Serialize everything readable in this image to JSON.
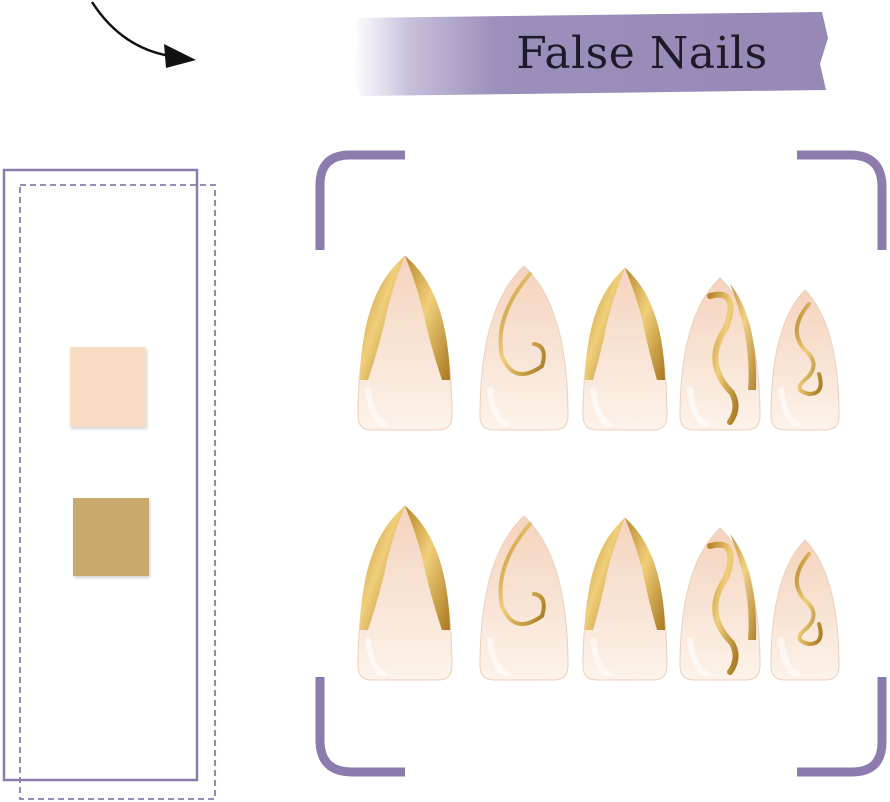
{
  "header": {
    "title": "False Nails"
  },
  "colors": {
    "accent": "#8c7cae",
    "banner": "#9d8fbb",
    "swatch_nude": "#f8dcc4",
    "swatch_gold": "#c9a96e",
    "nail_base": "#f6dccb",
    "nail_gold": "#d4a54a"
  },
  "icons": {
    "arrow": "curved-arrow-icon"
  },
  "swatches": [
    {
      "name": "nude"
    },
    {
      "name": "gold"
    }
  ]
}
